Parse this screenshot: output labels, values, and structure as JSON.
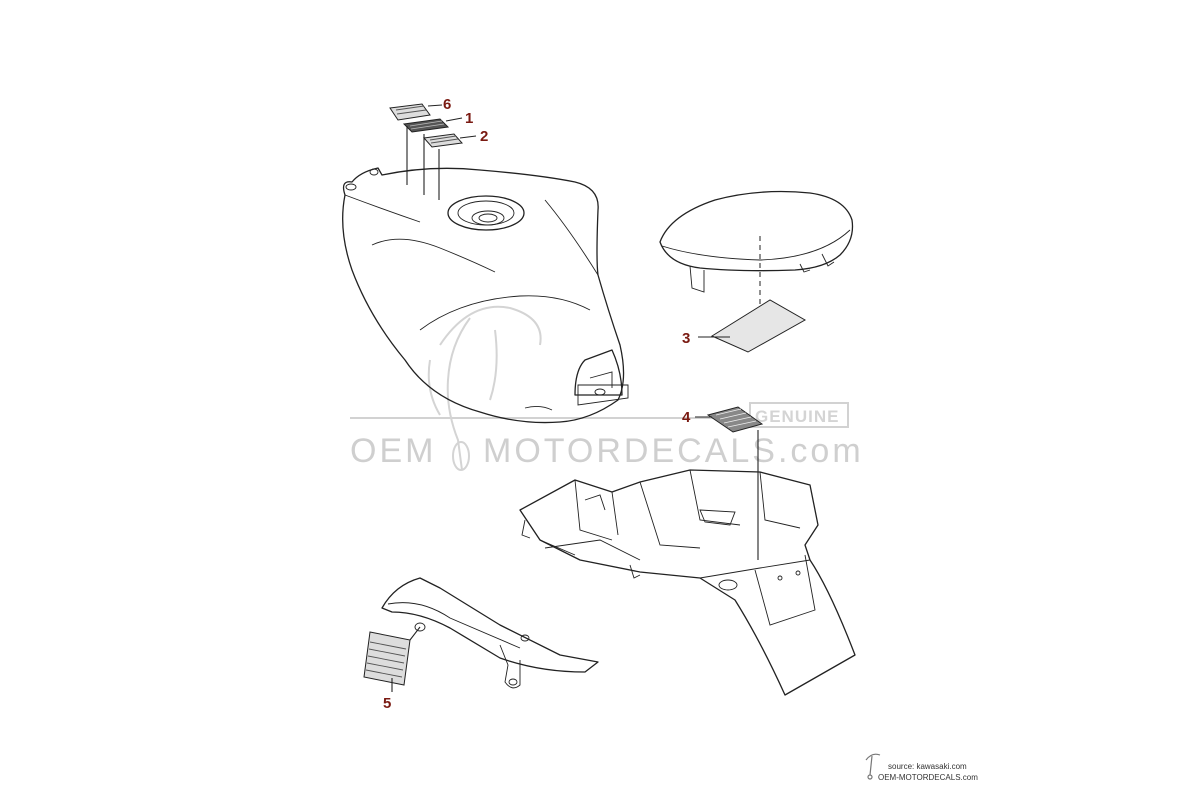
{
  "callouts": [
    "6",
    "1",
    "2",
    "3",
    "4",
    "5"
  ],
  "watermark": {
    "left": "OEM",
    "right": "MOTORDECALS.com",
    "badge": "GENUINE"
  },
  "source": {
    "line1": "source: kawasaki.com",
    "line2": "OEM-MOTORDECALS.com"
  }
}
